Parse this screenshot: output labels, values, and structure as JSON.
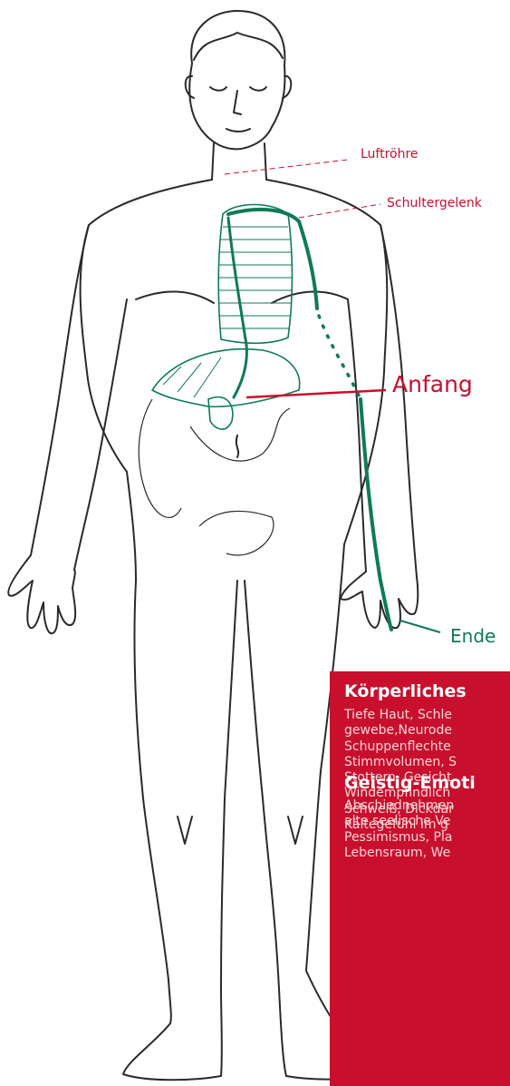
{
  "labels": {
    "luftroehre": "Luftröhre",
    "schultergelenk": "Schultergelenk",
    "anfang": "Anfang",
    "ende": "Ende"
  },
  "info_box": {
    "physical_heading": "Körperliches",
    "physical_lines": [
      "Tiefe Haut, Schle",
      "gewebe,Neurode",
      "Schuppenflechte",
      "Stimmvolumen, S",
      "Stottern, Gesicht",
      "Windempfindlich",
      "Schweiß, Dickdar",
      "Kältegefühl im g"
    ],
    "mental_heading": "Geistig-Emoti",
    "mental_lines": [
      "Abschiednehmen",
      "alte seelische Ve",
      "Pessimismus, Pla",
      "Lebensraum, We"
    ]
  },
  "colors": {
    "accent_red": "#c8102e",
    "meridian_green": "#0e7a58",
    "sketch_ink": "#2a2a2a"
  }
}
